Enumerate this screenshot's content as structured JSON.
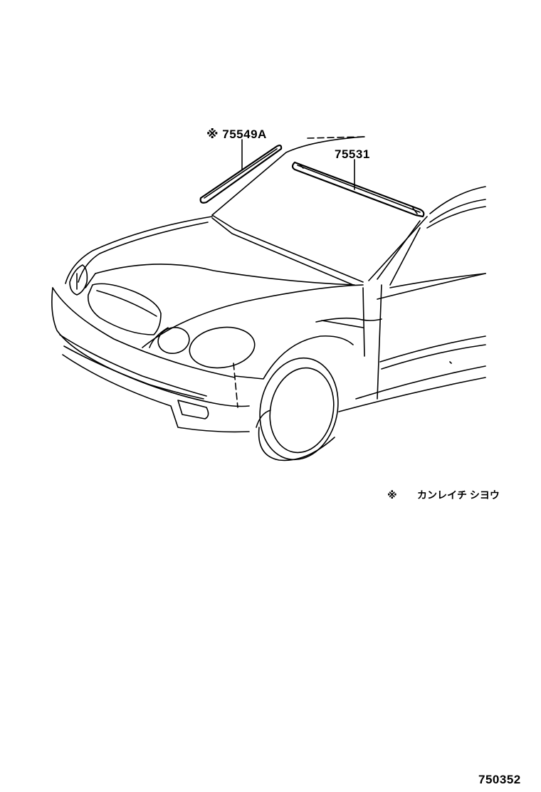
{
  "diagram": {
    "labels": {
      "part_a": "※ 75549A",
      "part_b": "75531",
      "note_mark": "※",
      "note_text": "カンレイチ  シヨウ",
      "diagram_code": "750352"
    }
  },
  "colors": {
    "line": "#000000",
    "background": "#ffffff"
  }
}
